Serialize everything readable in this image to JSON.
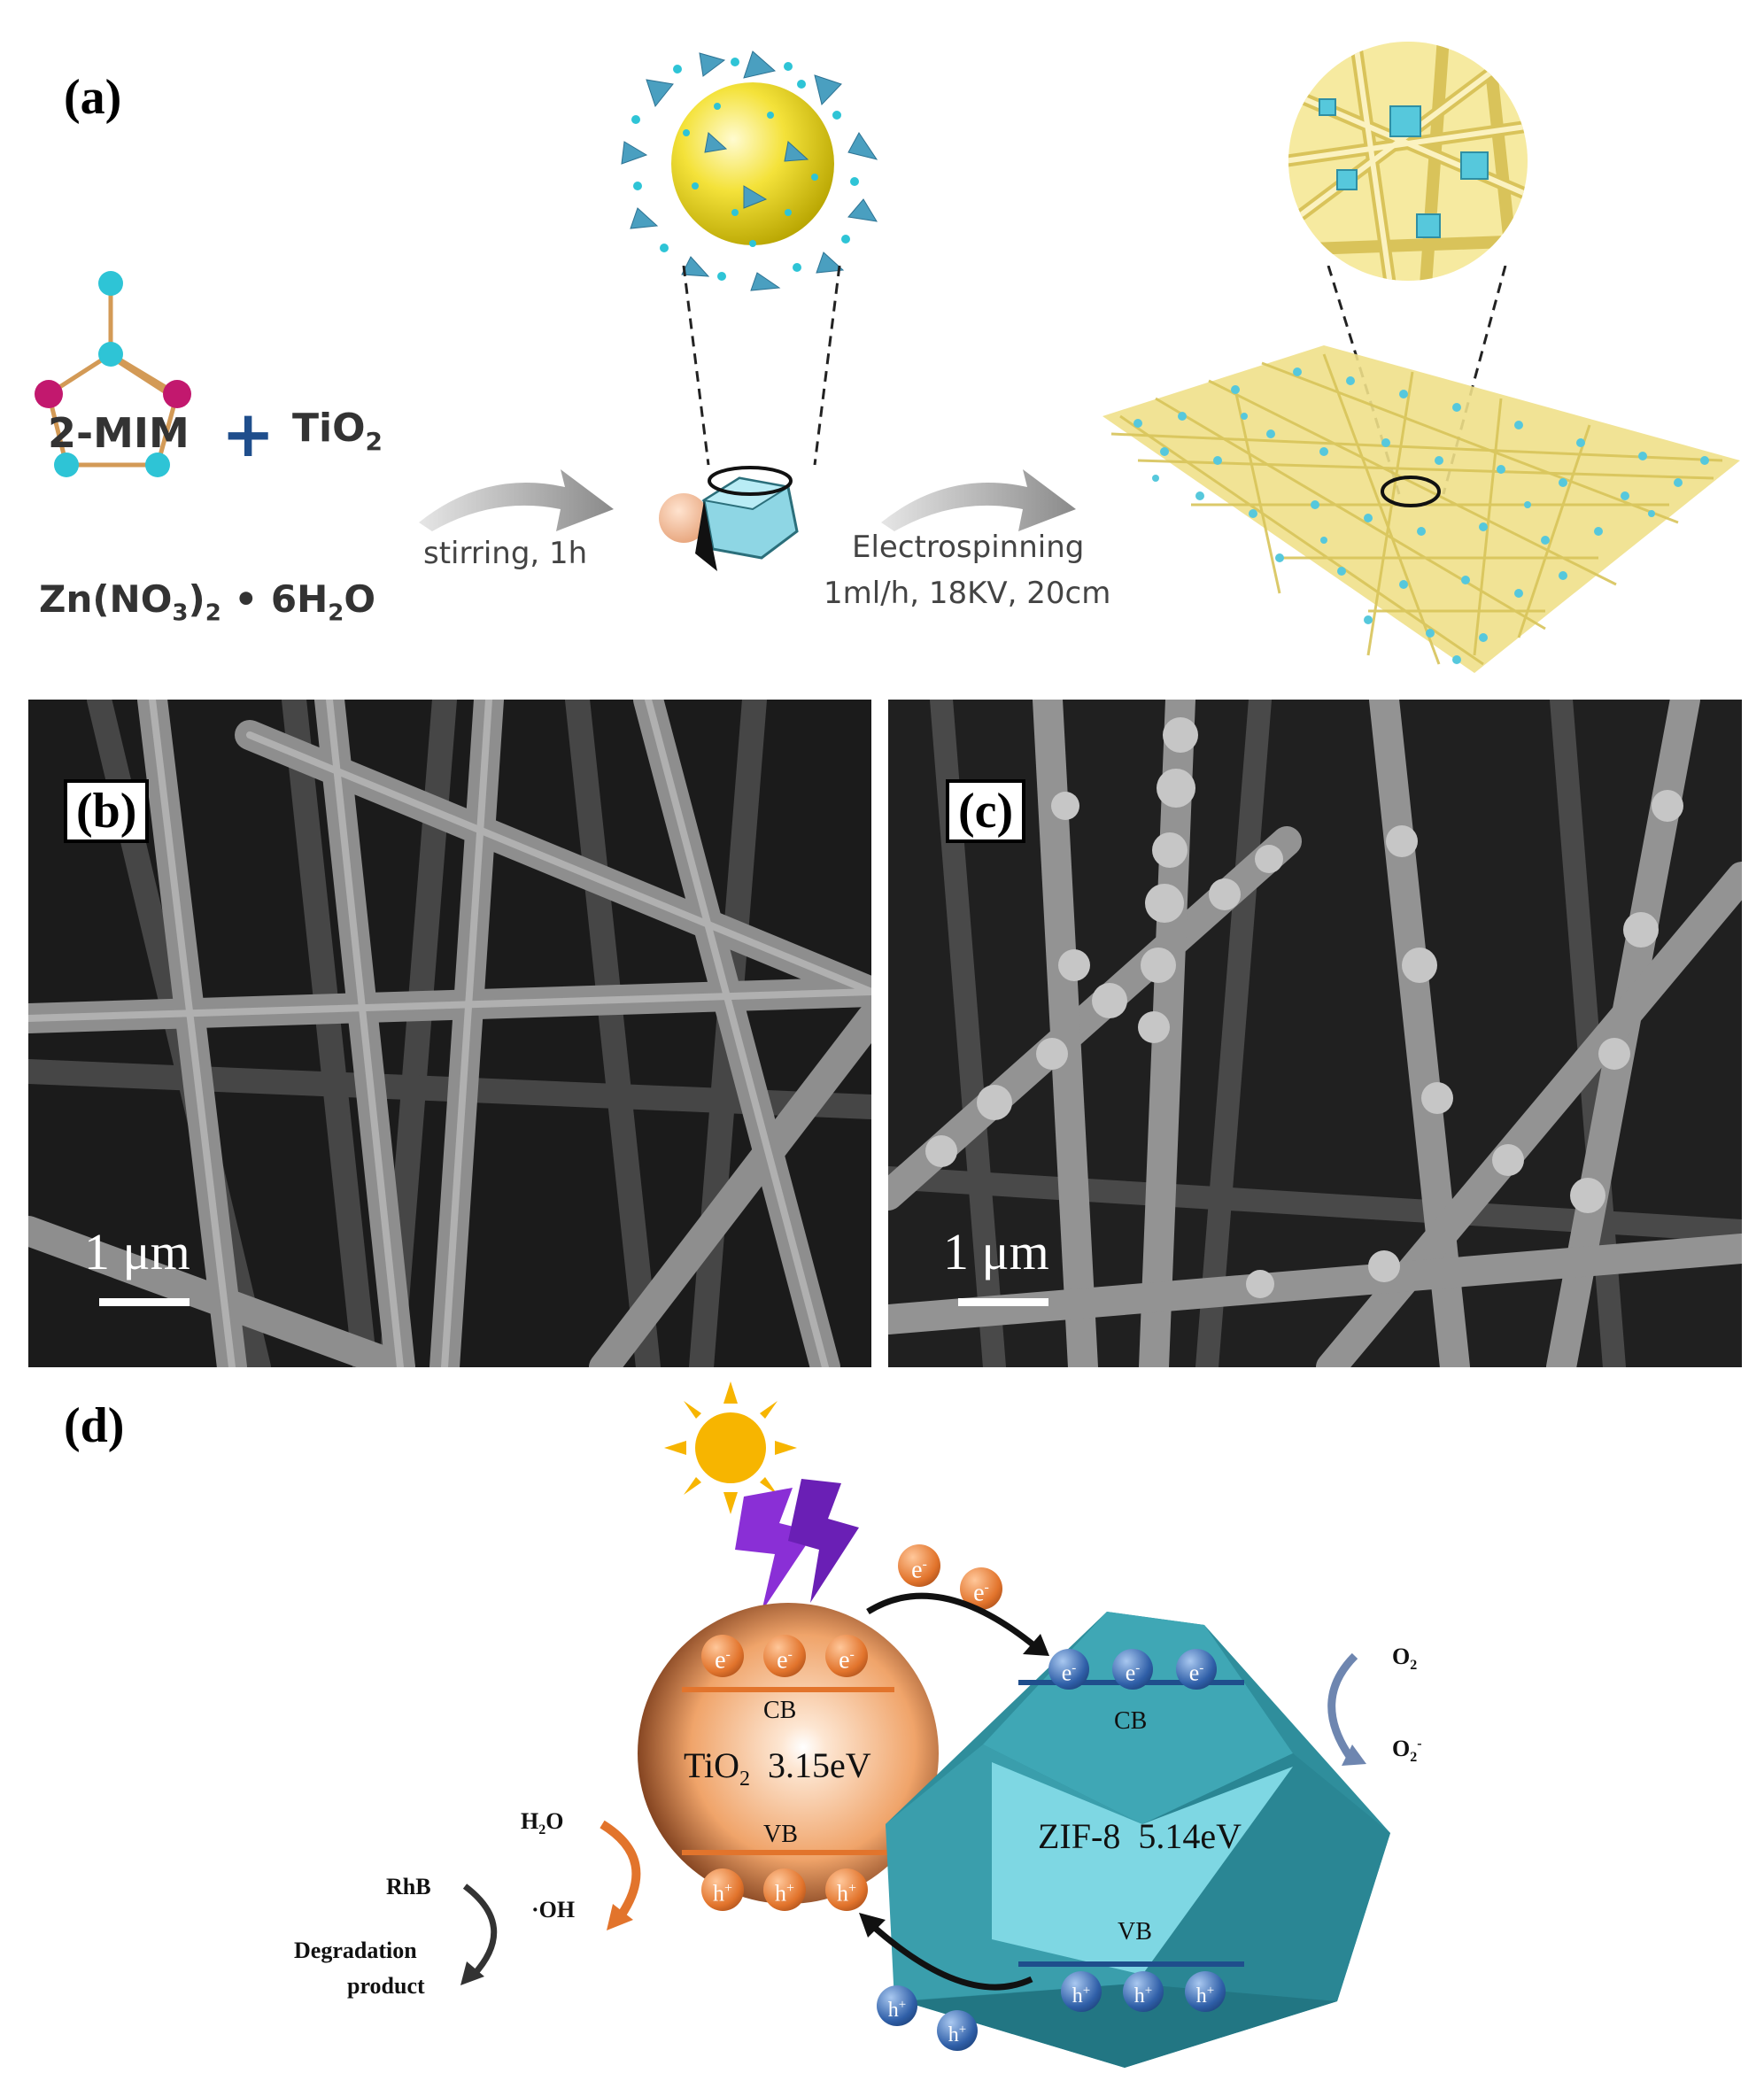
{
  "panels": {
    "a": {
      "label": "(a)",
      "mim_label": "2-MIM",
      "plus": "+",
      "tio2_base": "TiO",
      "tio2_sub": "2",
      "zn_salt": {
        "p1": "Zn(NO",
        "s1": "3",
        "p2": ")",
        "s2": "2",
        "p3": " • 6H",
        "s3": "2",
        "p4": "O"
      },
      "step1": "stirring, 1h",
      "step2_title": "Electrospinning",
      "step2_params": "1ml/h, 18KV, 20cm"
    },
    "b": {
      "label": "(b)",
      "scale": "1 μm"
    },
    "c": {
      "label": "(c)",
      "scale": "1 μm"
    },
    "d": {
      "label": "(d)",
      "electron": "e",
      "electron_sup": "-",
      "hole": "h",
      "hole_sup": "+",
      "tio2": {
        "cb": "CB",
        "vb": "VB",
        "name_base": "TiO",
        "name_sub": "2",
        "gap": "3.15eV"
      },
      "zif8": {
        "cb": "CB",
        "vb": "VB",
        "name": "ZIF-8",
        "gap": "5.14eV"
      },
      "o2": {
        "base": "O",
        "sub": "2"
      },
      "o2_radical": {
        "base": "O",
        "sub": "2",
        "sup": "-"
      },
      "h2o": {
        "p1": "H",
        "sub": "2",
        "p2": "O"
      },
      "oh": "·OH",
      "rhb": "RhB",
      "degradation_line1": "Degradation",
      "degradation_line2": "product"
    }
  },
  "colors": {
    "cyan": "#2ec4d6",
    "magenta": "#c2186e",
    "bond": "#d39a56",
    "tio2_orange": "#f0a46a",
    "zif_teal": "#3fa7b5",
    "electron_orange": "#e2742c",
    "electron_blue": "#2f5fa8",
    "sun": "#f7b500",
    "lightning": "#7d2cc8",
    "fiber_yellow": "#efe08a"
  }
}
